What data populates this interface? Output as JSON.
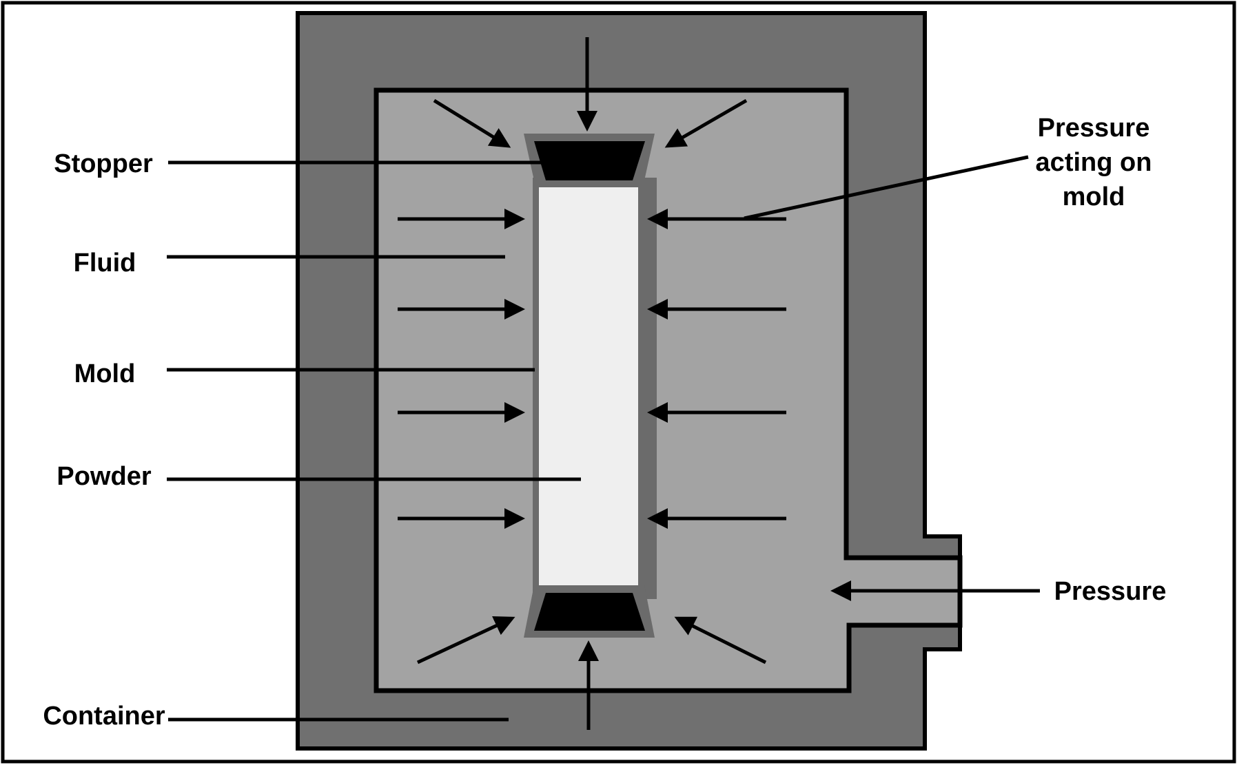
{
  "labels": {
    "stopper": "Stopper",
    "fluid": "Fluid",
    "mold": "Mold",
    "powder": "Powder",
    "container": "Container",
    "pressure_on_mold_line1": "Pressure",
    "pressure_on_mold_line2": "acting on",
    "pressure_on_mold_line3": "mold",
    "pressure": "Pressure"
  },
  "colors": {
    "container": "#707070",
    "fluid": "#a3a3a3",
    "mold": "#6b6b6b",
    "powder": "#efefef",
    "stopper": "#000000",
    "outline": "#000000"
  }
}
